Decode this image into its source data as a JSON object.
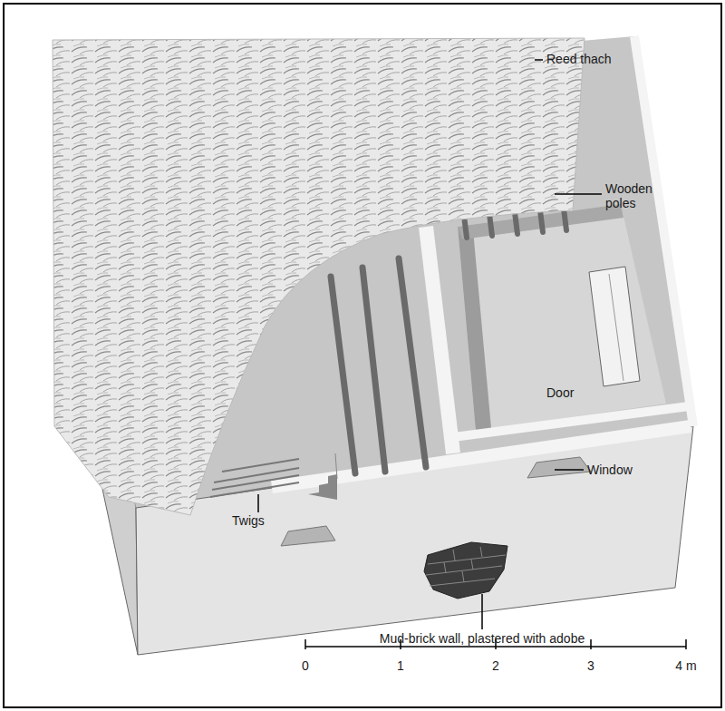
{
  "diagram": {
    "labels": [
      "Reed thach",
      "Wooden poles",
      "Door",
      "Window",
      "Twigs",
      "Mud-brick wall, plastered with adobe",
      "0",
      "1",
      "2",
      "3",
      "4 m"
    ]
  }
}
